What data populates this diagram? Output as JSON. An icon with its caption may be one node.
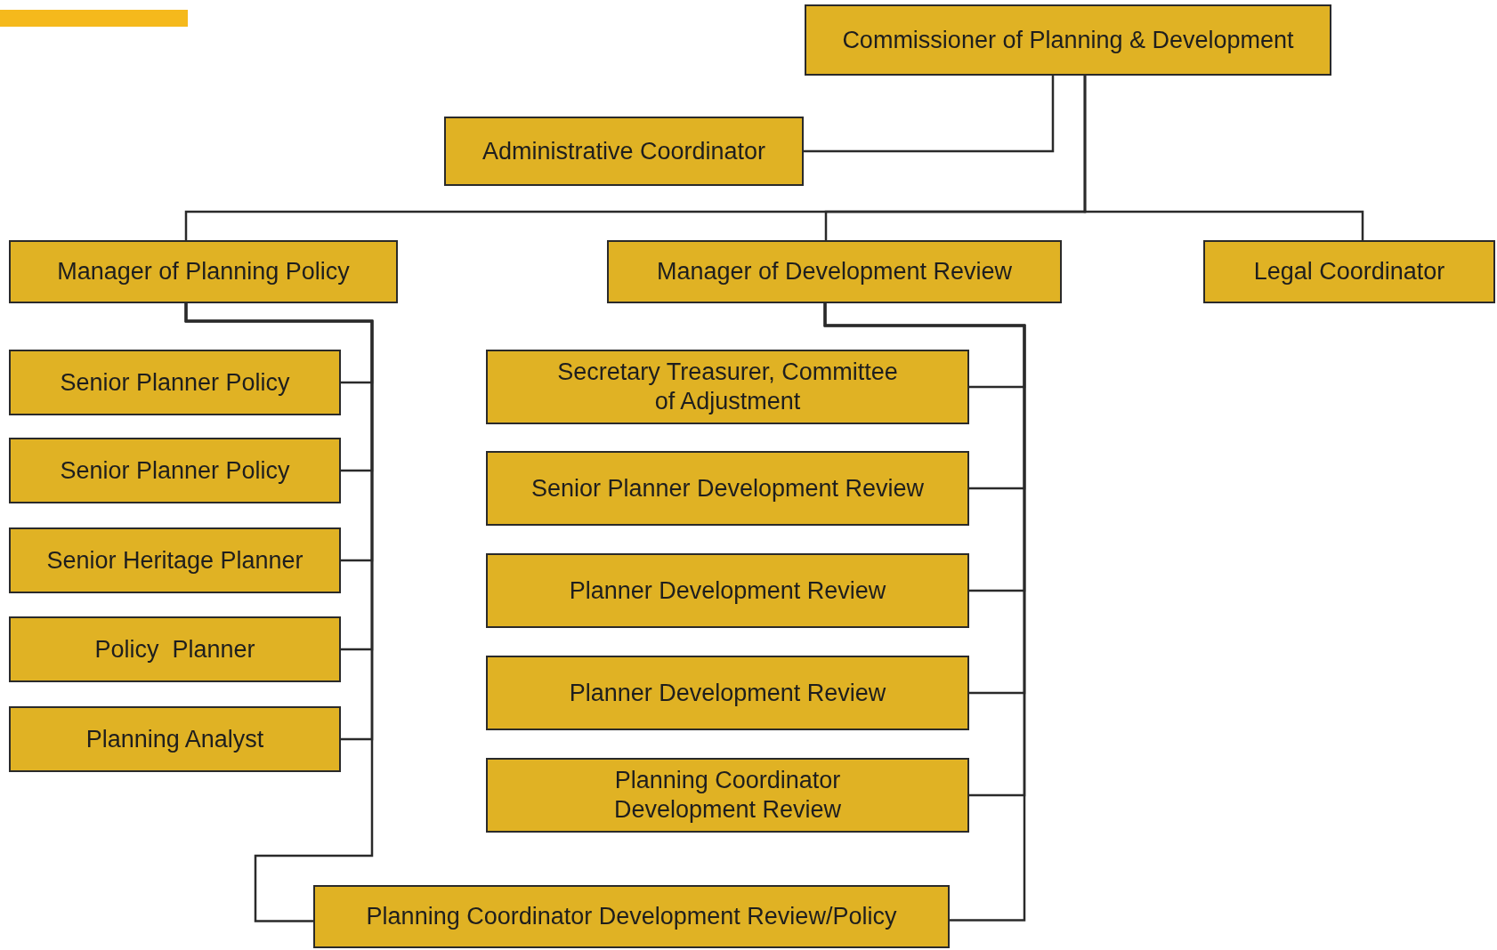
{
  "diagram": {
    "nodes": [
      {
        "text": [
          "Commissioner of Planning & Development"
        ]
      },
      {
        "text": [
          "Administrative Coordinator"
        ]
      },
      {
        "text": [
          "Manager of Planning Policy"
        ]
      },
      {
        "text": [
          "Manager of Development Review"
        ]
      },
      {
        "text": [
          "Legal Coordinator"
        ]
      },
      {
        "text": [
          "Senior Planner Policy"
        ]
      },
      {
        "text": [
          "Senior Planner Policy"
        ]
      },
      {
        "text": [
          "Senior Heritage Planner"
        ]
      },
      {
        "text": [
          "Policy  Planner"
        ]
      },
      {
        "text": [
          "Planning Analyst"
        ]
      },
      {
        "text": [
          "Secretary Treasurer, Committee of Adjustment"
        ]
      },
      {
        "text": [
          "Senior Planner Development Review"
        ]
      },
      {
        "text": [
          "Planner Development Review"
        ]
      },
      {
        "text": [
          "Planner Development Review"
        ]
      },
      {
        "text": [
          "Planning Coordinator Development Review"
        ]
      },
      {
        "text": [
          "Planning Coordinator Development Review/Policy"
        ]
      }
    ],
    "edges": [
      {
        "from": 0,
        "to": 1,
        "arrow": "none"
      },
      {
        "from": 0,
        "to": 2,
        "arrow": "none"
      },
      {
        "from": 0,
        "to": 3,
        "arrow": "none"
      },
      {
        "from": 0,
        "to": 4,
        "arrow": "none"
      },
      {
        "from": 2,
        "to": 5,
        "arrow": "none"
      },
      {
        "from": 2,
        "to": 6,
        "arrow": "none"
      },
      {
        "from": 2,
        "to": 7,
        "arrow": "none"
      },
      {
        "from": 2,
        "to": 8,
        "arrow": "none"
      },
      {
        "from": 2,
        "to": 9,
        "arrow": "none"
      },
      {
        "from": 3,
        "to": 10,
        "arrow": "none"
      },
      {
        "from": 3,
        "to": 11,
        "arrow": "none"
      },
      {
        "from": 3,
        "to": 12,
        "arrow": "none"
      },
      {
        "from": 3,
        "to": 13,
        "arrow": "none"
      },
      {
        "from": 3,
        "to": 14,
        "arrow": "none"
      },
      {
        "from": 2,
        "to": 15,
        "arrow": "none"
      },
      {
        "from": 3,
        "to": 15,
        "arrow": "none"
      }
    ]
  }
}
